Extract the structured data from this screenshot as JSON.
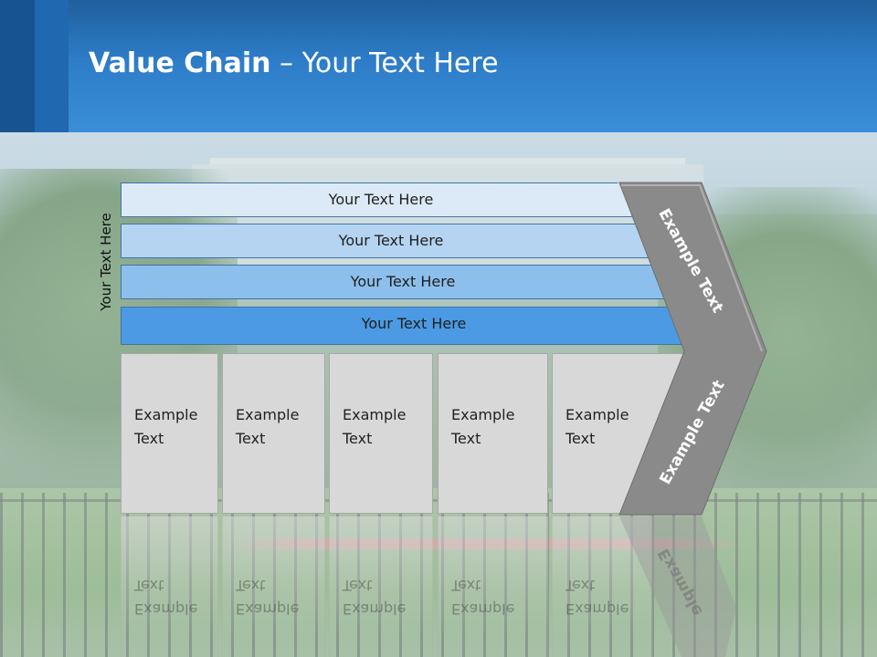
{
  "title": {
    "bold": "Value Chain",
    "rest": " – Your Text Here"
  },
  "side_label": "Your Text Here",
  "bars": [
    {
      "label": "Your Text Here",
      "color": "#dceaf8"
    },
    {
      "label": "Your Text Here",
      "color": "#b5d4f1"
    },
    {
      "label": "Your Text Here",
      "color": "#8cbfec"
    },
    {
      "label": "Your Text Here",
      "color": "#4b9ae3"
    }
  ],
  "boxes": [
    {
      "label": "Example\nText"
    },
    {
      "label": "Example\nText"
    },
    {
      "label": "Example\nText"
    },
    {
      "label": "Example\nText"
    },
    {
      "label": "Example\nText"
    }
  ],
  "chevron": {
    "top_label": "Example Text",
    "bottom_label": "Example Text",
    "color": "#8a8a8a"
  },
  "reflection_label": "Example"
}
